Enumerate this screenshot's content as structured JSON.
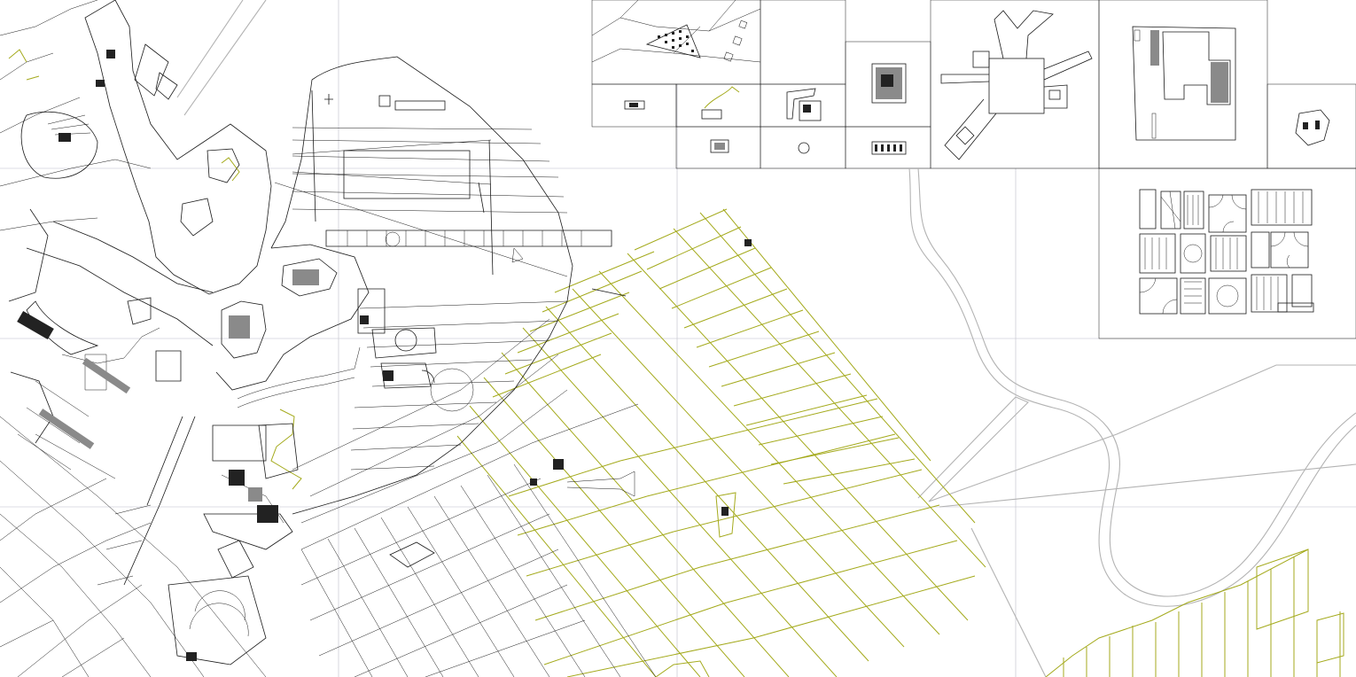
{
  "map": {
    "type": "cad-urban-site-plan",
    "background": "#ffffff",
    "colors": {
      "linework": "#1a1a1a",
      "street_grid": "#a4aa1c",
      "river": "#b3b3b3",
      "sheet_grid": "#bdbdc9"
    },
    "layers": [
      "sheet-grid",
      "historic-center-plan",
      "fan-shaped-district",
      "diagonal-street-grid",
      "river",
      "detail-insets"
    ]
  }
}
